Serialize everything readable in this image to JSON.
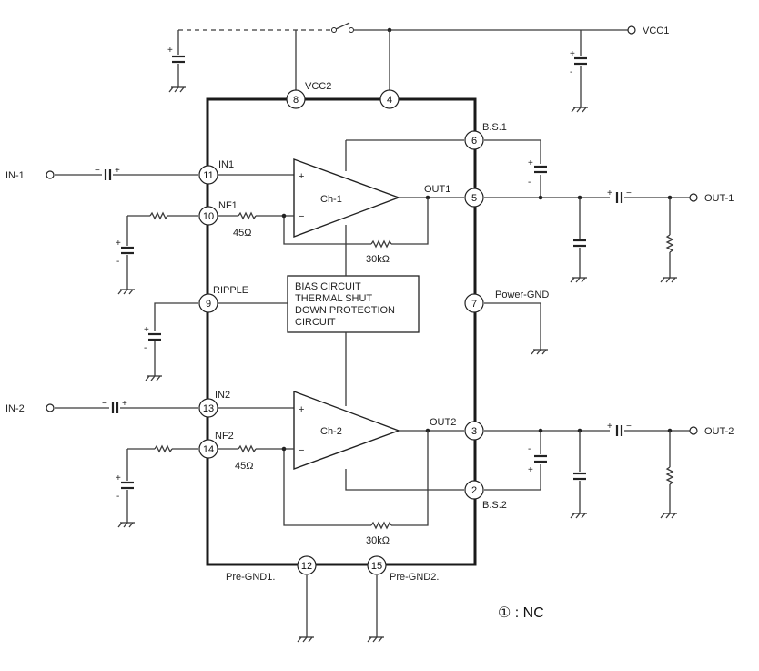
{
  "labels": {
    "vcc1": "VCC1",
    "vcc2": "VCC2",
    "in1_terminal": "IN-1",
    "in2_terminal": "IN-2",
    "out1_terminal": "OUT-1",
    "out2_terminal": "OUT-2",
    "in1": "IN1",
    "nf1": "NF1",
    "ripple": "RIPPLE",
    "in2": "IN2",
    "nf2": "NF2",
    "bs1": "B.S.1",
    "out1": "OUT1",
    "power_gnd": "Power-GND",
    "out2": "OUT2",
    "bs2": "B.S.2",
    "pre_gnd1": "Pre-GND1.",
    "pre_gnd2": "Pre-GND2.",
    "ch1": "Ch-1",
    "ch2": "Ch-2",
    "bias_line1": "BIAS CIRCUIT",
    "bias_line2": "THERMAL SHUT",
    "bias_line3": "DOWN PROTECTION",
    "bias_line4": "CIRCUIT",
    "r45_1": "45Ω",
    "r45_2": "45Ω",
    "r30k_1": "30kΩ",
    "r30k_2": "30kΩ",
    "nc_note": "① : NC"
  },
  "pins": {
    "p8": "8",
    "p4": "4",
    "p6": "6",
    "p11": "11",
    "p5": "5",
    "p10": "10",
    "p9": "9",
    "p7": "7",
    "p13": "13",
    "p3": "3",
    "p14": "14",
    "p2": "2",
    "p12": "12",
    "p15": "15"
  }
}
